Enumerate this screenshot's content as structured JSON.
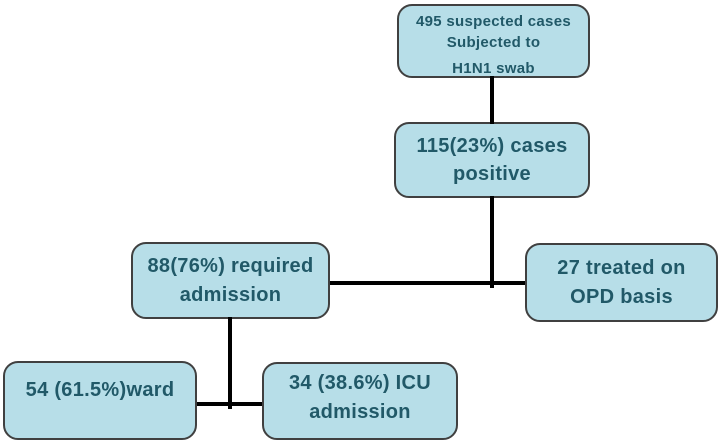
{
  "style": {
    "background": "#ffffff",
    "box_fill": "#b7dee8",
    "box_border": "#404040",
    "text_color": "#215968",
    "connector_color": "#000000"
  },
  "flowchart": {
    "nodes": [
      {
        "id": "suspected-cases",
        "lines": [
          "495 suspected cases",
          "Subjected to",
          "H1N1 swab"
        ]
      },
      {
        "id": "positive-cases",
        "lines": [
          "115(23%) cases",
          "positive"
        ]
      },
      {
        "id": "required-admission",
        "lines": [
          "88(76%) required",
          "admission"
        ]
      },
      {
        "id": "opd-basis",
        "lines": [
          "27 treated on",
          "OPD basis"
        ]
      },
      {
        "id": "ward",
        "lines": [
          "54 (61.5%)ward"
        ]
      },
      {
        "id": "icu-admission",
        "lines": [
          "34 (38.6%) ICU",
          "admission"
        ]
      }
    ]
  }
}
